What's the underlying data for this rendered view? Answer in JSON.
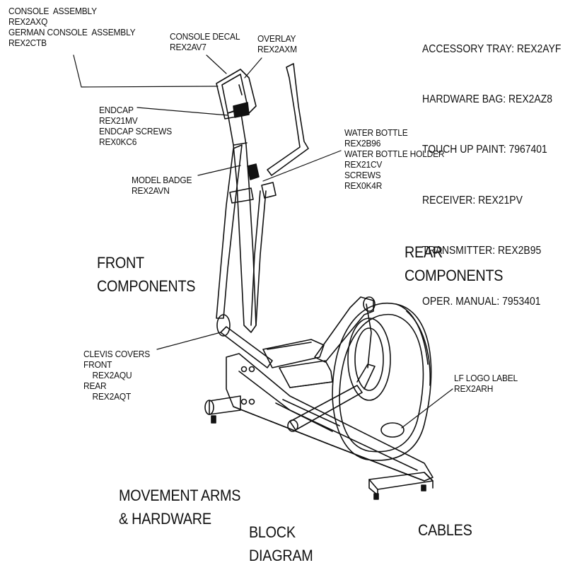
{
  "accessories": [
    "ACCESSORY TRAY: REX2AYF",
    "HARDWARE BAG: REX2AZ8",
    "TOUCH UP PAINT: 7967401",
    "RECEIVER: REX21PV",
    "TRANSMITTER: REX2B95",
    "OPER. MANUAL: 7953401"
  ],
  "callouts": {
    "console_assembly": "CONSOLE  ASSEMBLY\nREX2AXQ\nGERMAN CONSOLE  ASSEMBLY\nREX2CTB",
    "console_decal": "CONSOLE DECAL\nREX2AV7",
    "overlay": "OVERLAY\nREX2AXM",
    "endcap": "ENDCAP\nREX21MV\nENDCAP SCREWS\nREX0KC6",
    "model_badge": "MODEL BADGE\nREX2AVN",
    "water_bottle": "WATER BOTTLE\nREX2B96\nWATER BOTTLE HOLDER\nREX21CV\nSCREWS\nREX0K4R",
    "clevis_covers": "CLEVIS COVERS\nFRONT\n    REX2AQU\nREAR\n    REX2AQT",
    "lf_logo_label": "LF LOGO LABEL\nREX2ARH"
  },
  "sections": {
    "front_components": "FRONT\nCOMPONENTS",
    "rear_components": "REAR\nCOMPONENTS",
    "movement_arms": "MOVEMENT ARMS\n& HARDWARE",
    "block_diagram": "BLOCK\nDIAGRAM",
    "cables": "CABLES"
  }
}
